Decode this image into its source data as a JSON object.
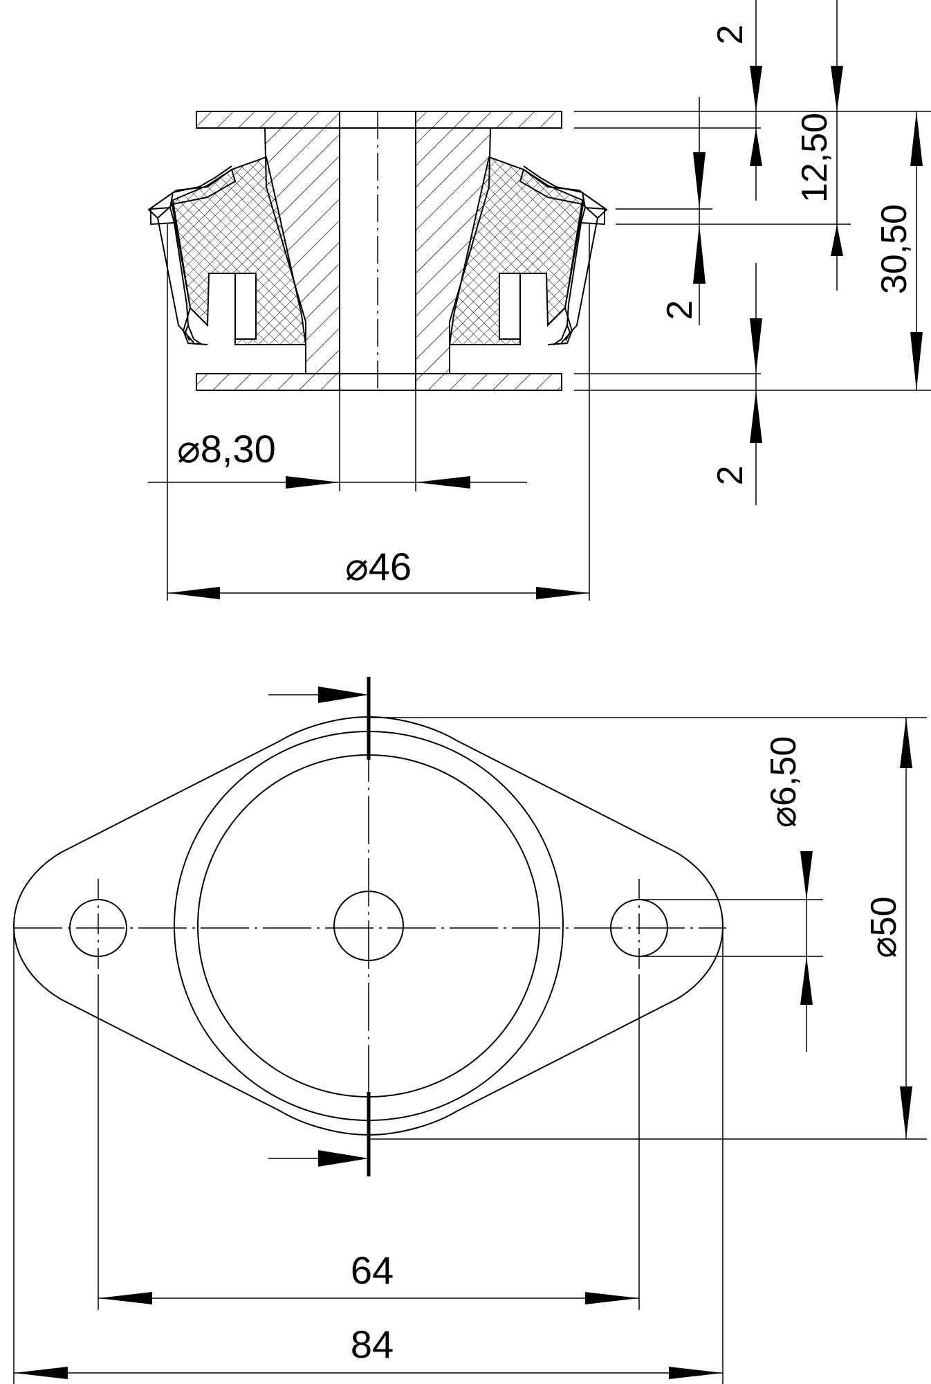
{
  "drawing": {
    "section_view": {
      "dims": {
        "bore_dia": "⌀8,30",
        "outer_dia": "⌀46",
        "height_total": "30,50",
        "height_flange_to_bush": "12,50",
        "top_plate_thickness": "2",
        "bush_gap": "2",
        "bottom_plate_thickness": "2"
      }
    },
    "plan_view": {
      "dims": {
        "hole_dia": "⌀6,50",
        "body_dia": "⌀50",
        "hole_spacing": "64",
        "overall_length": "84"
      }
    }
  },
  "colors": {
    "line": "#000000",
    "background": "#ffffff"
  }
}
